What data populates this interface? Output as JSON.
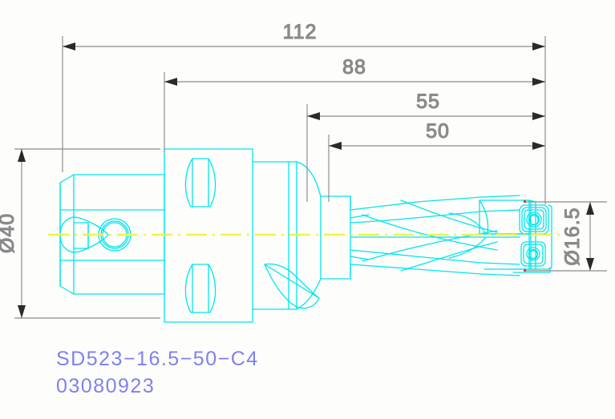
{
  "drawing": {
    "title": "Indexable insert drill tool assembly drawing",
    "background_color": "#fdfefb",
    "geometry_color": "#00e5ee",
    "centerline_color": "#f2f24a",
    "dimension_color": "#8a8a8a",
    "label_color": "#8080f0",
    "node_marker_color": "#ff3030"
  },
  "dimensions": {
    "overall_length": {
      "value": "112",
      "name": "overall-length",
      "orientation": "horizontal"
    },
    "body_length": {
      "value": "88",
      "name": "body-length",
      "orientation": "horizontal"
    },
    "drill_projection": {
      "value": "55",
      "name": "drill-projection",
      "orientation": "horizontal"
    },
    "drill_depth": {
      "value": "50",
      "name": "drill-depth",
      "orientation": "horizontal"
    },
    "shank_diameter": {
      "value": "Ø40",
      "name": "shank-diameter",
      "orientation": "vertical"
    },
    "drill_diameter": {
      "value": "Ø16.5",
      "name": "drill-diameter",
      "orientation": "vertical"
    }
  },
  "labels": {
    "part_number": "SD523−16.5−50−C4",
    "order_code": "03080923"
  }
}
